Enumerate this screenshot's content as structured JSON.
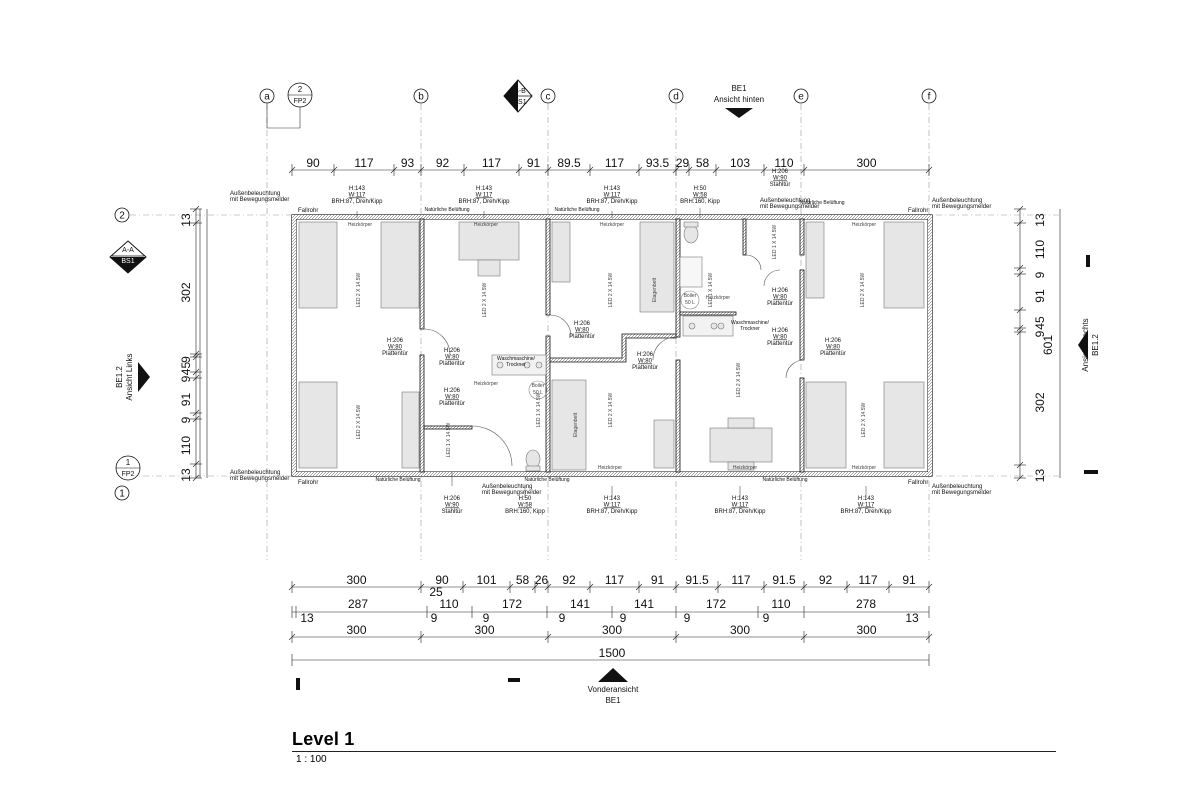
{
  "title": "Level 1",
  "scale": "1 : 100",
  "grid": {
    "columns": [
      "a",
      "b",
      "c",
      "d",
      "e",
      "f"
    ],
    "rows": [
      "2",
      "1"
    ]
  },
  "callouts": {
    "fp2_top": {
      "num": "2",
      "ref": "FP2"
    },
    "fp2_bottom": {
      "num": "1",
      "ref": "FP2"
    },
    "bb": {
      "sec": "B-B",
      "ref": "BS1"
    },
    "aa": {
      "sec": "A-A",
      "ref": "BS1"
    },
    "be1_top": {
      "l1": "BE1",
      "l2": "Ansicht hinten"
    },
    "be1_bottom": {
      "l1": "Vonderansicht",
      "l2": "BE1"
    },
    "left_view": {
      "l1": "BE1.2",
      "l2": "Ansicht Links"
    },
    "right_view": {
      "l1": "Ansicht Rechts",
      "l2": "BE1.2"
    }
  },
  "dims": {
    "top": [
      "90",
      "117",
      "93",
      "92",
      "117",
      "91",
      "89.5",
      "117",
      "93.5",
      "29",
      "58",
      "103",
      "110",
      "300"
    ],
    "bottom1": [
      "300",
      "90",
      "101",
      "58",
      "26",
      "92",
      "117",
      "91",
      "91.5",
      "117",
      "91.5",
      "92",
      "117",
      "91"
    ],
    "bottom2": [
      "25",
      "287",
      "110",
      "172",
      "141",
      "141",
      "172",
      "110",
      "278"
    ],
    "bottom2_small": [
      "13",
      "9",
      "9",
      "9",
      "9",
      "9",
      "9",
      "13"
    ],
    "bottom3": [
      "300",
      "300",
      "300",
      "300",
      "300"
    ],
    "total": "1500",
    "left": [
      "13",
      "302",
      "9",
      "45",
      "9",
      "91",
      "9",
      "110",
      "13"
    ],
    "right": [
      "13",
      "110",
      "9",
      "91",
      "45",
      "9",
      "302",
      "13"
    ],
    "right_total": "601"
  },
  "labels": {
    "outdoor_light": [
      "Außenbeleuchtung",
      "mit Bewegungsmelder"
    ],
    "fallrohr": "Fallrohr",
    "heizkoerper": "Heizkörper",
    "led2": "LED 2 X 14.5W",
    "led1": "LED 1 X 14.5W",
    "etagenbett": "Etagenbett",
    "boiler": [
      "Boiler",
      "50 L"
    ],
    "nat_lueftung": "Natürliche Belüftung",
    "washer": [
      "Waschmaschine/",
      "Trockner"
    ]
  },
  "windows": {
    "w143": [
      "H:143",
      "W:117",
      "BRH:87, Dreh/Kipp"
    ],
    "w50": [
      "H:50",
      "W:58",
      "BRH:160, Kipp"
    ]
  },
  "doors": {
    "platten": [
      "H:206",
      "W:80",
      "Plattentür"
    ],
    "stahl": [
      "H:206",
      "W:90",
      "Stahltür"
    ]
  }
}
